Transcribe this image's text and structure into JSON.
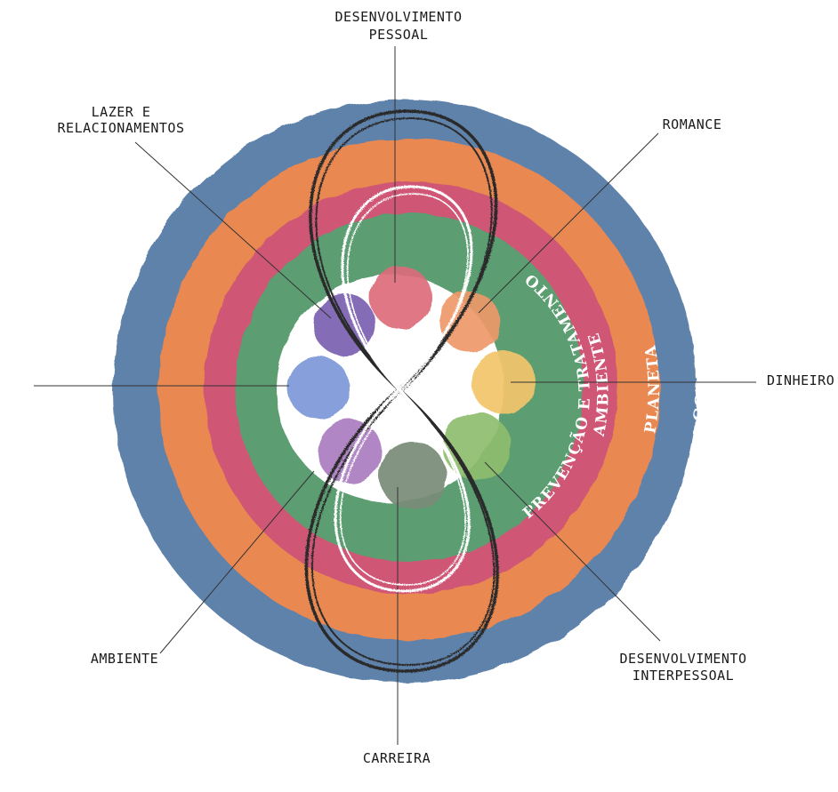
{
  "diagram": {
    "rings": [
      {
        "name": "cosmo",
        "label": "COSMO",
        "color": "#5f82ab"
      },
      {
        "name": "planeta",
        "label": "PLANETA",
        "color": "#e98851"
      },
      {
        "name": "ambiente",
        "label": "AMBIENTE",
        "color": "#cf5774"
      },
      {
        "name": "prevencao",
        "label": "PREVENÇÃO E TRATAMENTO",
        "color": "#5b9e72"
      }
    ],
    "center_color": "#ffffff",
    "spheres": [
      {
        "name": "desenvolvimento-pessoal",
        "color": "#dc6b7a"
      },
      {
        "name": "romance",
        "color": "#ee9868"
      },
      {
        "name": "dinheiro",
        "color": "#f3c46a"
      },
      {
        "name": "desenvolvimento-interpessoal",
        "color": "#8ebd6e"
      },
      {
        "name": "carreira",
        "color": "#7a8b78"
      },
      {
        "name": "ambiente",
        "color": "#a97cbf"
      },
      {
        "name": "saude",
        "color": "#7d98d8"
      },
      {
        "name": "lazer-relacionamentos",
        "color": "#7a5fb0"
      }
    ],
    "labels": {
      "top_line1": "DESENVOLVIMENTO",
      "top_line2": "PESSOAL",
      "lazer_line1": "LAZER E",
      "lazer_line2": "RELACIONAMENTOS",
      "romance": "ROMANCE",
      "dinheiro": "DINHEIRO",
      "ambiente": "AMBIENTE",
      "interpessoal_line1": "DESENVOLVIMENTO",
      "interpessoal_line2": "INTERPESSOAL",
      "carreira": "CARREIRA"
    },
    "line_color": "#333333",
    "infinity_dark_color": "#2a2a2a",
    "infinity_light_color": "#ffffff"
  }
}
